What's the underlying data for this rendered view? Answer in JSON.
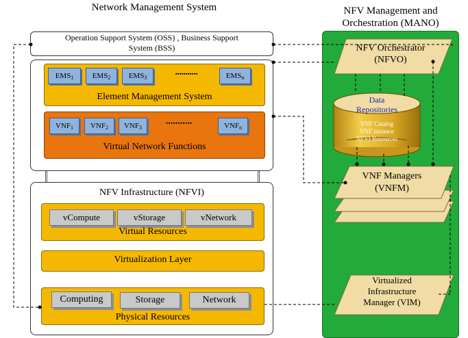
{
  "nms_title": "Network Management System",
  "mano_title_line1": "NFV Management and",
  "mano_title_line2": "Orchestration (MANO)",
  "oss_line1": "Operation Support System (OSS) , Business Support",
  "oss_line2": "System (BSS)",
  "ems": {
    "items": [
      {
        "base": "EMS",
        "sub": "1"
      },
      {
        "base": "EMS",
        "sub": "2"
      },
      {
        "base": "EMS",
        "sub": "3"
      },
      {
        "base": "EMS",
        "sub": "n"
      }
    ],
    "dots": "...........",
    "label": "Element Management System"
  },
  "vnf": {
    "items": [
      {
        "base": "VNF",
        "sub": "1"
      },
      {
        "base": "VNF",
        "sub": "2"
      },
      {
        "base": "VNF",
        "sub": "3"
      },
      {
        "base": "VNF",
        "sub": "n"
      }
    ],
    "dots": "...........",
    "label": "Virtual Network Functions"
  },
  "nfvi": {
    "title": "NFV Infrastructure (NFVI)",
    "virtual": {
      "items": [
        "vCompute",
        "vStorage",
        "vNetwork"
      ],
      "label": "Virtual Resources"
    },
    "virt_layer": "Virtualization Layer",
    "physical": {
      "items": [
        "Computing",
        "Storage",
        "Network"
      ],
      "label": "Physical Resources"
    }
  },
  "mano": {
    "nfvo_line1": "NFV Orchestrator",
    "nfvo_line2": "(NFVO)",
    "repo_line1": "Data",
    "repo_line2": "Repositories",
    "repo_items": [
      "VNF Catalog",
      "VNF instance",
      "NFVI Resources"
    ],
    "vnfm_line1": "VNF Managers",
    "vnfm_line2": "(VNFM)",
    "vim_line1": "Virtualized",
    "vim_line2": "Infrastructure",
    "vim_line3": "Manager (VIM)"
  },
  "colors": {
    "mano_green": "#22aa3a",
    "ems_yellow": "#f5b800",
    "vnf_orange": "#e8750e",
    "button_blue": "#8fb3dc",
    "button_gray": "#c9c9c9",
    "repo_gold": "#d4a21a",
    "mano_box_tan": "#f0dca4"
  }
}
